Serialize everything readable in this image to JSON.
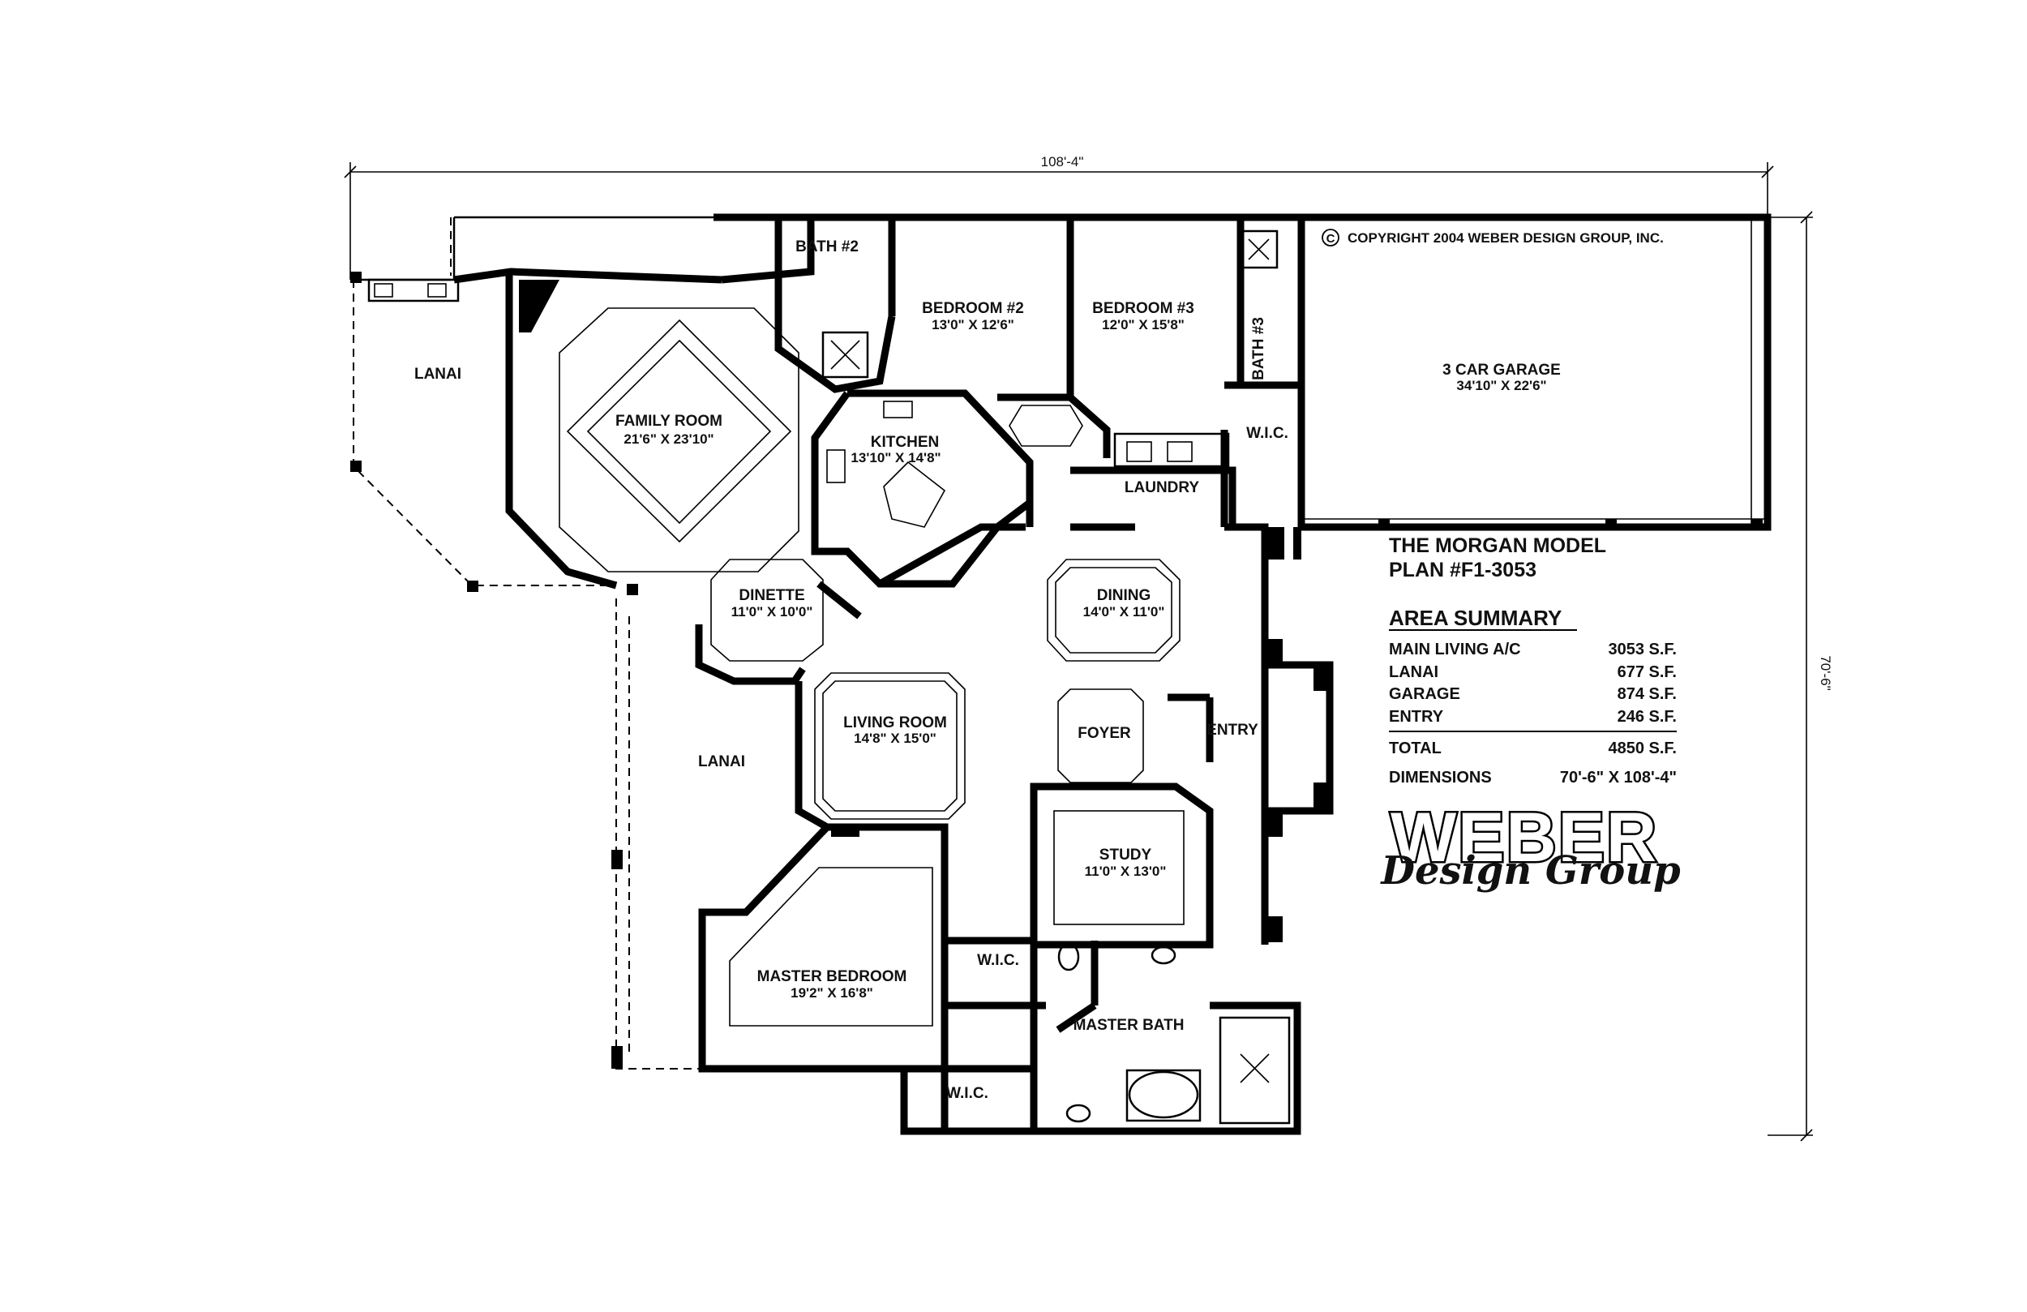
{
  "dimensions": {
    "overall_width": "108'-4\"",
    "overall_depth": "70'-6\""
  },
  "copyright": "COPYRIGHT 2004 WEBER DESIGN GROUP, INC.",
  "copyright_symbol": "C",
  "rooms": {
    "lanai_left": {
      "name": "LANAI"
    },
    "family": {
      "name": "FAMILY ROOM",
      "size": "21'6\" X 23'10\""
    },
    "kitchen": {
      "name": "KITCHEN",
      "size": "13'10\" X 14'8\""
    },
    "bath2": {
      "name": "BATH #2"
    },
    "bedroom2": {
      "name": "BEDROOM #2",
      "size": "13'0\" X 12'6\""
    },
    "bedroom3": {
      "name": "BEDROOM #3",
      "size": "12'0\" X 15'8\""
    },
    "bath3": {
      "name": "BATH #3"
    },
    "wic_top": {
      "name": "W.I.C."
    },
    "laundry": {
      "name": "LAUNDRY"
    },
    "garage": {
      "name": "3 CAR GARAGE",
      "size": "34'10\" X 22'6\""
    },
    "dinette": {
      "name": "DINETTE",
      "size": "11'0\" X 10'0\""
    },
    "dining": {
      "name": "DINING",
      "size": "14'0\" X 11'0\""
    },
    "lanai_main": {
      "name": "LANAI"
    },
    "living": {
      "name": "LIVING ROOM",
      "size": "14'8\" X 15'0\""
    },
    "foyer": {
      "name": "FOYER"
    },
    "entry": {
      "name": "ENTRY"
    },
    "study": {
      "name": "STUDY",
      "size": "11'0\" X 13'0\""
    },
    "master_bed": {
      "name": "MASTER BEDROOM",
      "size": "19'2\" X 16'8\""
    },
    "wic_m1": {
      "name": "W.I.C."
    },
    "wic_m2": {
      "name": "W.I.C."
    },
    "master_bath": {
      "name": "MASTER BATH"
    }
  },
  "info": {
    "model": "THE MORGAN MODEL",
    "plan": "PLAN #F1-3053",
    "summary_title": "AREA SUMMARY",
    "rows": [
      {
        "label": "MAIN LIVING A/C",
        "value": "3053 S.F."
      },
      {
        "label": "LANAI",
        "value": "677 S.F."
      },
      {
        "label": "GARAGE",
        "value": "874 S.F."
      },
      {
        "label": "ENTRY",
        "value": "246 S.F."
      }
    ],
    "total_label": "TOTAL",
    "total_value": "4850 S.F.",
    "dimensions_label": "DIMENSIONS",
    "dimensions_value": "70'-6\" X 108'-4\""
  },
  "logo": {
    "line1": "WEBER",
    "line2": "Design Group"
  }
}
